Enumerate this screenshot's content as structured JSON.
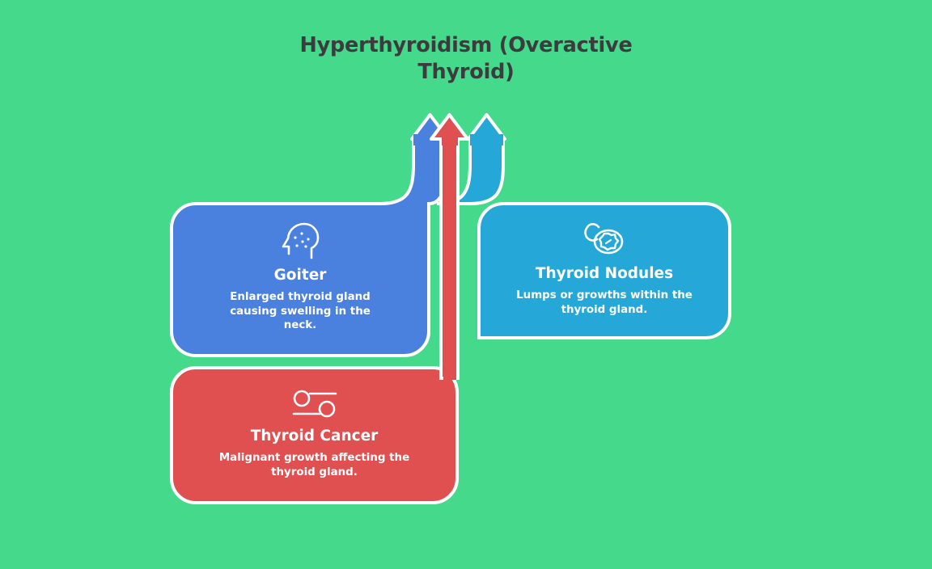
{
  "page": {
    "title": "Hyperthyroidism (Overactive\nThyroid)",
    "title_color": "#3C3C3C",
    "background_color": "#45D98C"
  },
  "colors": {
    "background": "#45D98C",
    "blue": "#4A80DE",
    "cyan": "#25A8D8",
    "red": "#E05050",
    "stroke": "#FFFFFF",
    "card_text": "#FFFFFF"
  },
  "diagram": {
    "type": "arrow-convergence",
    "arrow_count": 3,
    "arrows": [
      {
        "name": "goiter-arrow",
        "color_key": "blue",
        "direction": "up",
        "source_card": "Goiter"
      },
      {
        "name": "thyroid-cancer-arrow",
        "color_key": "red",
        "direction": "up",
        "source_card": "Thyroid Cancer"
      },
      {
        "name": "thyroid-nodules-arrow",
        "color_key": "cyan",
        "direction": "up",
        "source_card": "Thyroid Nodules"
      }
    ],
    "cards": [
      {
        "id": "goiter",
        "title": "Goiter",
        "description": "Enlarged thyroid gland causing swelling in the neck.",
        "color": "#4A80DE",
        "icon": "head-profile-spots-icon"
      },
      {
        "id": "nodules",
        "title": "Thyroid Nodules",
        "description": "Lumps or growths within the thyroid gland.",
        "color": "#25A8D8",
        "icon": "magnifier-cell-icon"
      },
      {
        "id": "cancer",
        "title": "Thyroid Cancer",
        "description": "Malignant growth affecting the thyroid gland.",
        "color": "#E05050",
        "icon": "cell-slider-icon"
      }
    ]
  }
}
